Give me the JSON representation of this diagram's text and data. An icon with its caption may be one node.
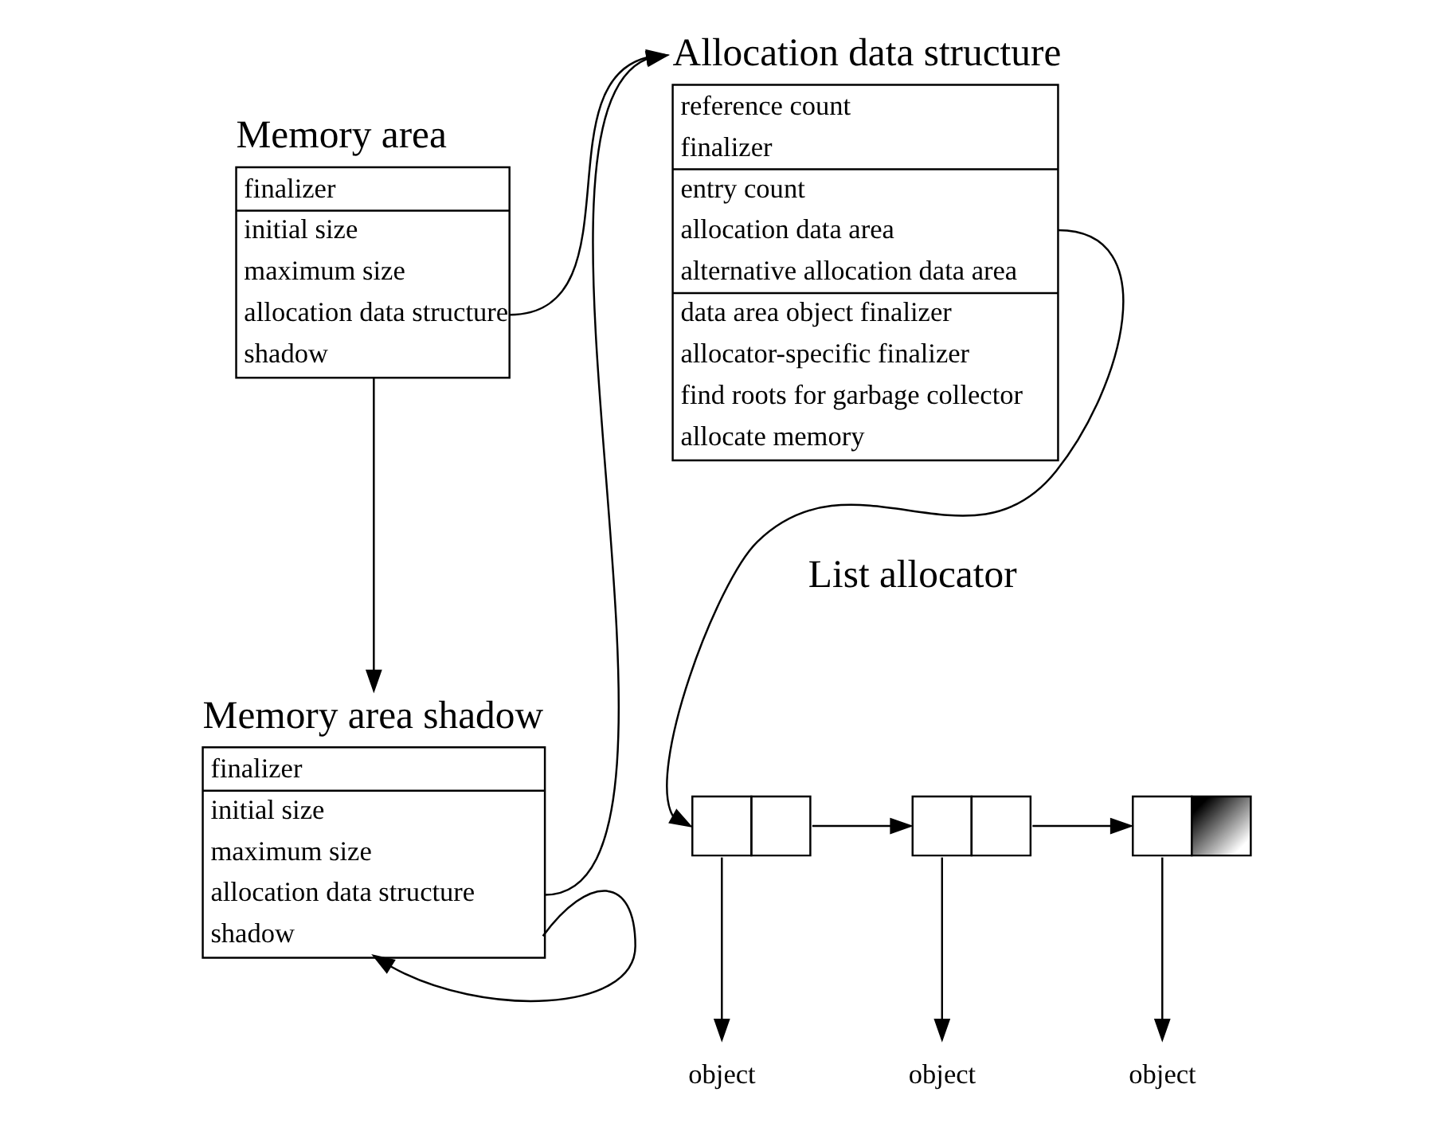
{
  "diagram": {
    "nodes": [
      {
        "text": [
          "Memory area",
          "finalizer",
          "initial size",
          "maximum size",
          "allocation data structure",
          "shadow"
        ]
      },
      {
        "text": [
          "Memory area shadow",
          "finalizer",
          "initial size",
          "maximum size",
          "allocation data structure",
          "shadow"
        ]
      },
      {
        "text": [
          "Allocation data structure",
          "reference count",
          "finalizer",
          "entry count",
          "allocation data area",
          "alternative allocation data area",
          "data area object finalizer",
          "allocator-specific finalizer",
          "find roots for garbage collector",
          "allocate memory"
        ]
      },
      {
        "text": [],
        "shape": "box"
      },
      {
        "text": [],
        "shape": "box"
      },
      {
        "text": [],
        "shape": "box"
      },
      {
        "text": [
          "object"
        ]
      },
      {
        "text": [
          "object"
        ]
      },
      {
        "text": [
          "object"
        ]
      }
    ],
    "edges": [
      {
        "from": 0,
        "to": 2,
        "arrow": "to"
      },
      {
        "from": 0,
        "to": 1,
        "arrow": "to"
      },
      {
        "from": 1,
        "to": 2,
        "arrow": "to"
      },
      {
        "from": 1,
        "to": 1,
        "arrow": "to"
      },
      {
        "from": 2,
        "to": 3,
        "arrow": "to"
      },
      {
        "from": 3,
        "to": 4,
        "arrow": "to"
      },
      {
        "from": 4,
        "to": 5,
        "arrow": "to"
      },
      {
        "from": 3,
        "to": 6,
        "arrow": "to"
      },
      {
        "from": 4,
        "to": 7,
        "arrow": "to"
      },
      {
        "from": 5,
        "to": 8,
        "arrow": "to"
      }
    ],
    "labels": [
      "List allocator"
    ]
  }
}
